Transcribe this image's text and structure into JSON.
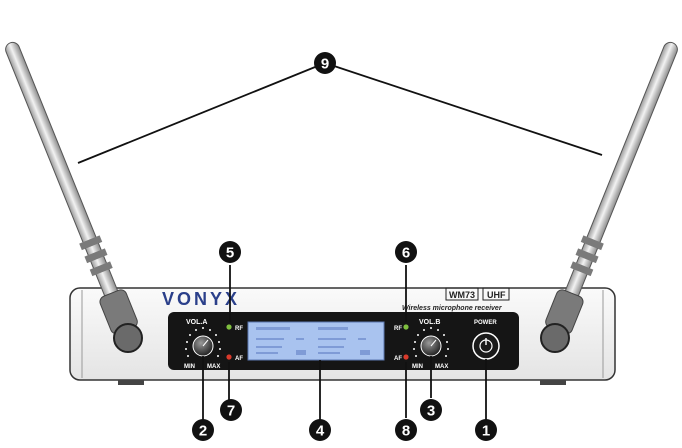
{
  "brand": "VONYX",
  "model": "WM73",
  "band": "UHF",
  "description": "Wireless microphone receiver",
  "power_label": "POWER",
  "channel_a": {
    "vol_label": "VOL.A",
    "min_label": "MIN",
    "max_label": "MAX",
    "rf_label": "RF",
    "af_label": "AF"
  },
  "channel_b": {
    "vol_label": "VOL.B",
    "min_label": "MIN",
    "max_label": "MAX",
    "rf_label": "RF",
    "af_label": "AF"
  },
  "callouts": {
    "power": "1",
    "vol_a": "2",
    "vol_b": "3",
    "display": "4",
    "rf_a": "5",
    "rf_b": "6",
    "af_a": "7",
    "af_b": "8",
    "antennas": "9"
  },
  "colors": {
    "rf_led": "#7fbf3f",
    "af_led": "#d93a2b",
    "display": "#a9c3ef",
    "panel": "#151515"
  }
}
